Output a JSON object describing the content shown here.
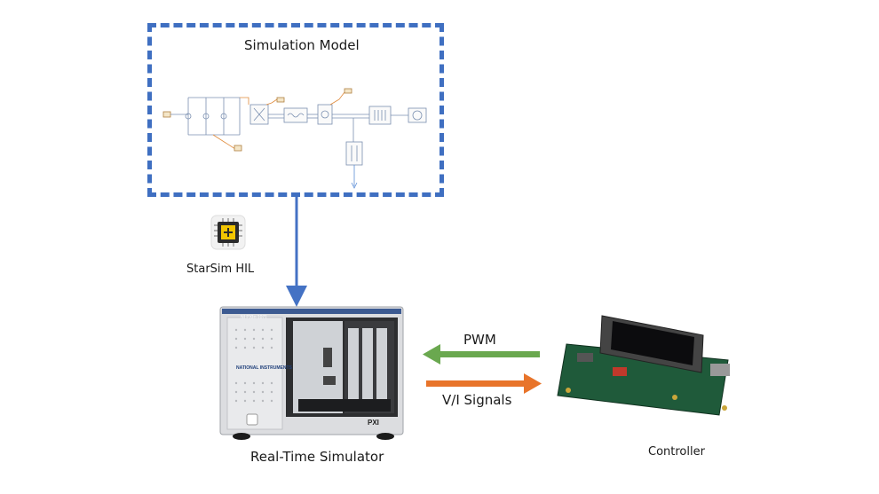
{
  "model": {
    "title": "Simulation Model"
  },
  "software": {
    "name": "StarSim HIL"
  },
  "simulator": {
    "caption": "Real-Time Simulator",
    "chassis_label": "PXI",
    "front_label": "NI PXIe-1071",
    "brand": "NATIONAL INSTRUMENTS"
  },
  "signals": {
    "pwm": "PWM",
    "vi": "V/I Signals"
  },
  "controller": {
    "caption": "Controller"
  },
  "colors": {
    "box_border": "#3f6fc1",
    "pwm_arrow": "#6aa84f",
    "vi_arrow": "#e8742a",
    "link_arrow": "#4472c4"
  }
}
